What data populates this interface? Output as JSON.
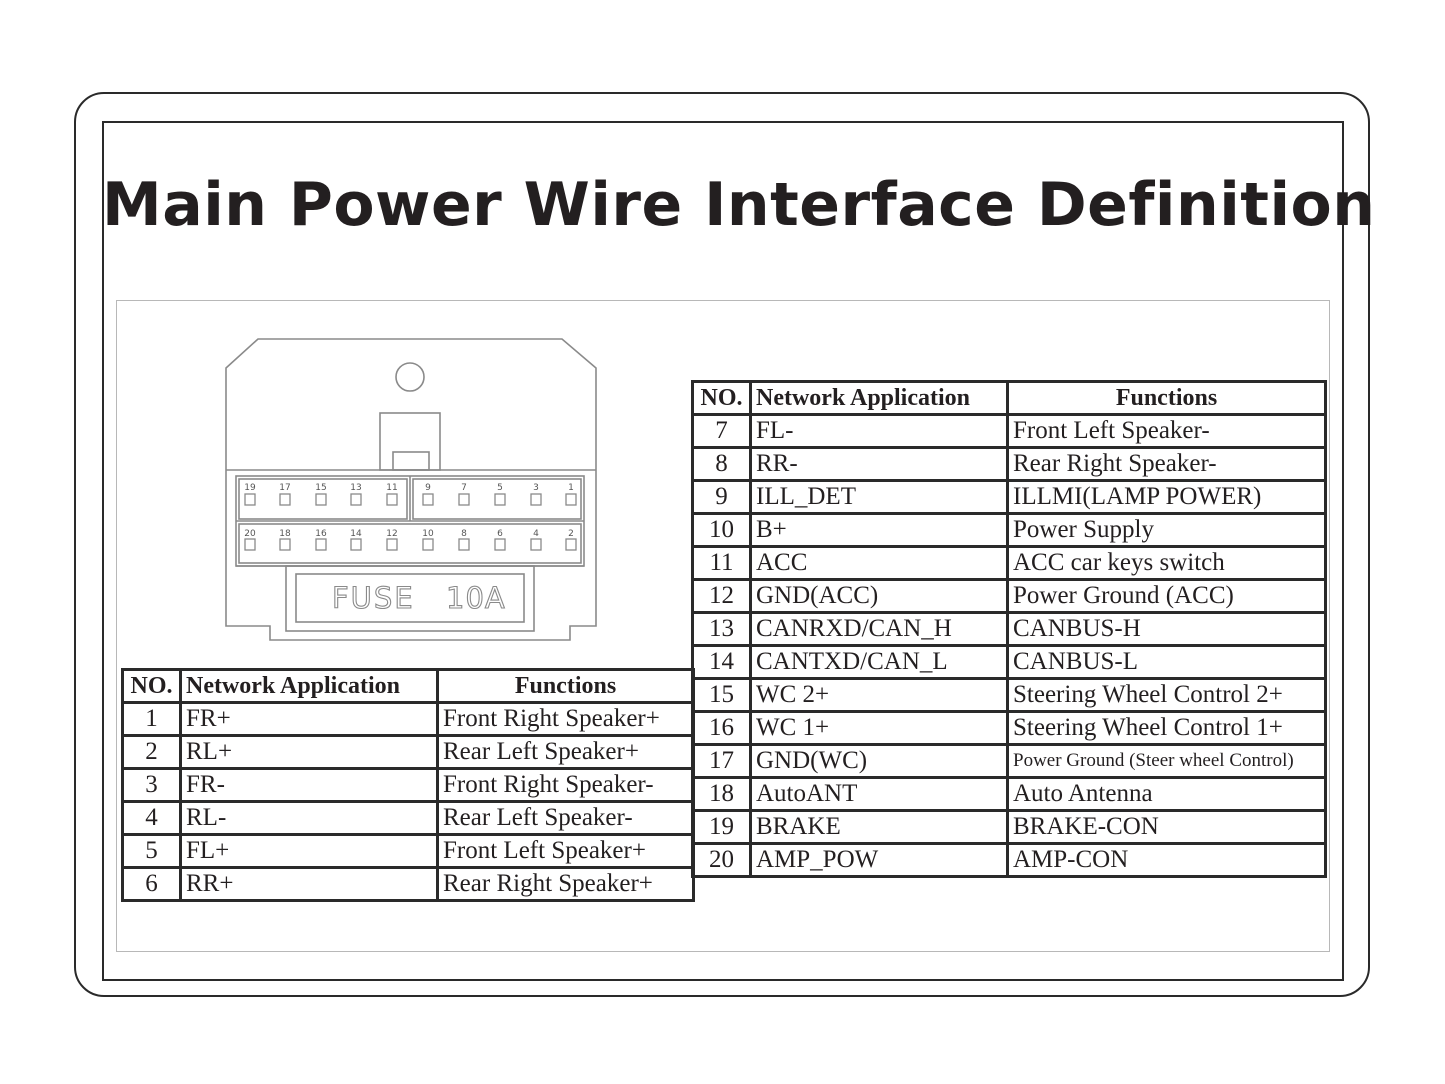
{
  "title": "Main Power Wire Interface Definition",
  "connector": {
    "top_row_pins": [
      "19",
      "17",
      "15",
      "13",
      "11",
      "9",
      "7",
      "5",
      "3",
      "1"
    ],
    "bottom_row_pins": [
      "20",
      "18",
      "16",
      "14",
      "12",
      "10",
      "8",
      "6",
      "4",
      "2"
    ],
    "fuse_label": "FUSE",
    "fuse_rating": "10A"
  },
  "headers": {
    "no": "NO.",
    "application": "Network Application",
    "functions": "Functions"
  },
  "left_table": [
    {
      "no": "1",
      "application": "FR+",
      "function": "Front Right Speaker+"
    },
    {
      "no": "2",
      "application": "RL+",
      "function": "Rear Left Speaker+"
    },
    {
      "no": "3",
      "application": "FR-",
      "function": "Front Right Speaker-"
    },
    {
      "no": "4",
      "application": "RL-",
      "function": "Rear Left Speaker-"
    },
    {
      "no": "5",
      "application": "FL+",
      "function": "Front Left Speaker+"
    },
    {
      "no": "6",
      "application": "RR+",
      "function": "Rear Right Speaker+"
    }
  ],
  "right_table": [
    {
      "no": "7",
      "application": "FL-",
      "function": "Front Left Speaker-"
    },
    {
      "no": "8",
      "application": "RR-",
      "function": "Rear Right Speaker-"
    },
    {
      "no": "9",
      "application": "ILL_DET",
      "function": "ILLMI(LAMP POWER)"
    },
    {
      "no": "10",
      "application": "B+",
      "function": "Power Supply"
    },
    {
      "no": "11",
      "application": "ACC",
      "function": "ACC car keys switch"
    },
    {
      "no": "12",
      "application": "GND(ACC)",
      "function": "Power Ground (ACC)"
    },
    {
      "no": "13",
      "application": "CANRXD/CAN_H",
      "function": "CANBUS-H"
    },
    {
      "no": "14",
      "application": "CANTXD/CAN_L",
      "function": "CANBUS-L"
    },
    {
      "no": "15",
      "application": "WC 2+",
      "function": "Steering Wheel Control 2+"
    },
    {
      "no": "16",
      "application": "WC 1+",
      "function": "Steering Wheel Control 1+"
    },
    {
      "no": "17",
      "application": "GND(WC)",
      "function": "Power Ground (Steer wheel Control)"
    },
    {
      "no": "18",
      "application": "AutoANT",
      "function": "Auto Antenna"
    },
    {
      "no": "19",
      "application": "BRAKE",
      "function": "BRAKE-CON"
    },
    {
      "no": "20",
      "application": "AMP_POW",
      "function": "AMP-CON"
    }
  ]
}
